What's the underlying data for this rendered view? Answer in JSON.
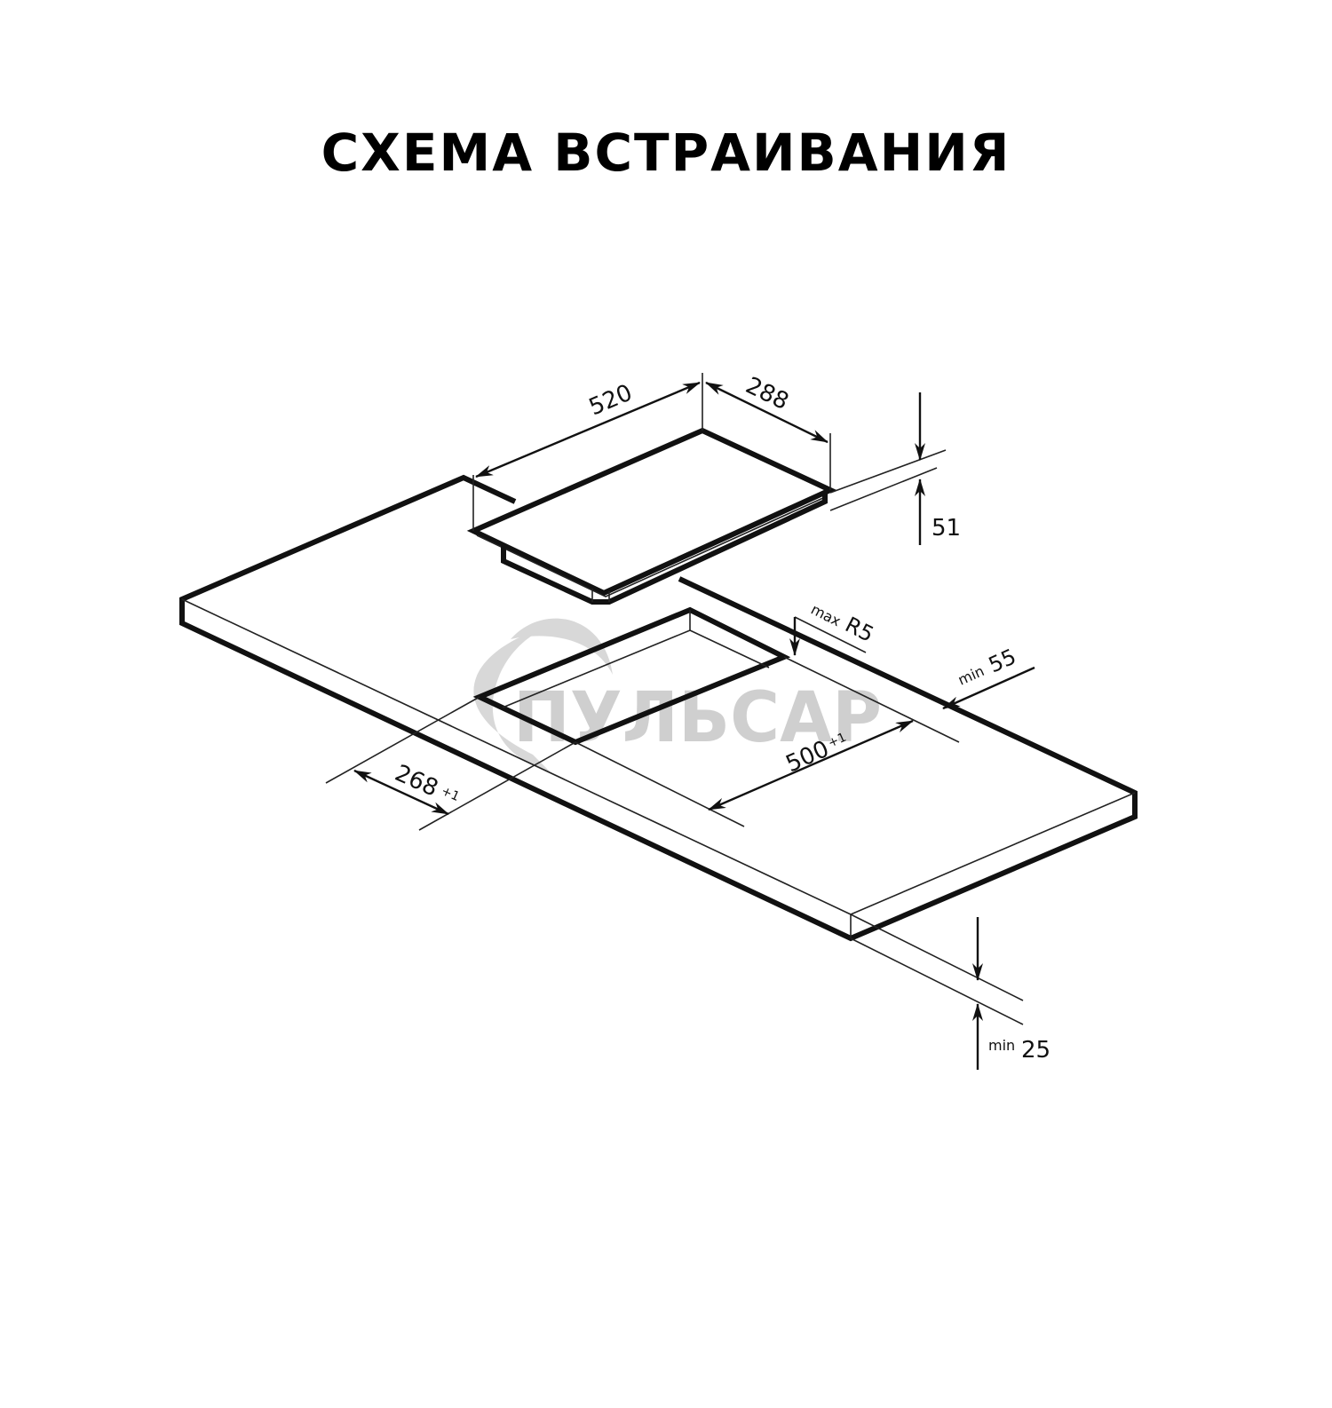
{
  "title": "СХЕМА ВСТРАИВАНИЯ",
  "watermark": {
    "text": "ПУЛЬСАР",
    "color": "#cfcfcf"
  },
  "dimensions": {
    "cooktop_width": "520",
    "cooktop_depth": "288",
    "cooktop_height": "51",
    "cutout_corner_radius_prefix": "max",
    "cutout_corner_radius": "R5",
    "back_clearance_prefix": "min",
    "back_clearance": "55",
    "cutout_width": "500",
    "cutout_width_tolerance": "+1",
    "cutout_depth": "268",
    "cutout_depth_tolerance": "+1",
    "countertop_thickness_prefix": "min",
    "countertop_thickness": "25"
  },
  "colors": {
    "line": "#111111",
    "background": "#ffffff"
  }
}
